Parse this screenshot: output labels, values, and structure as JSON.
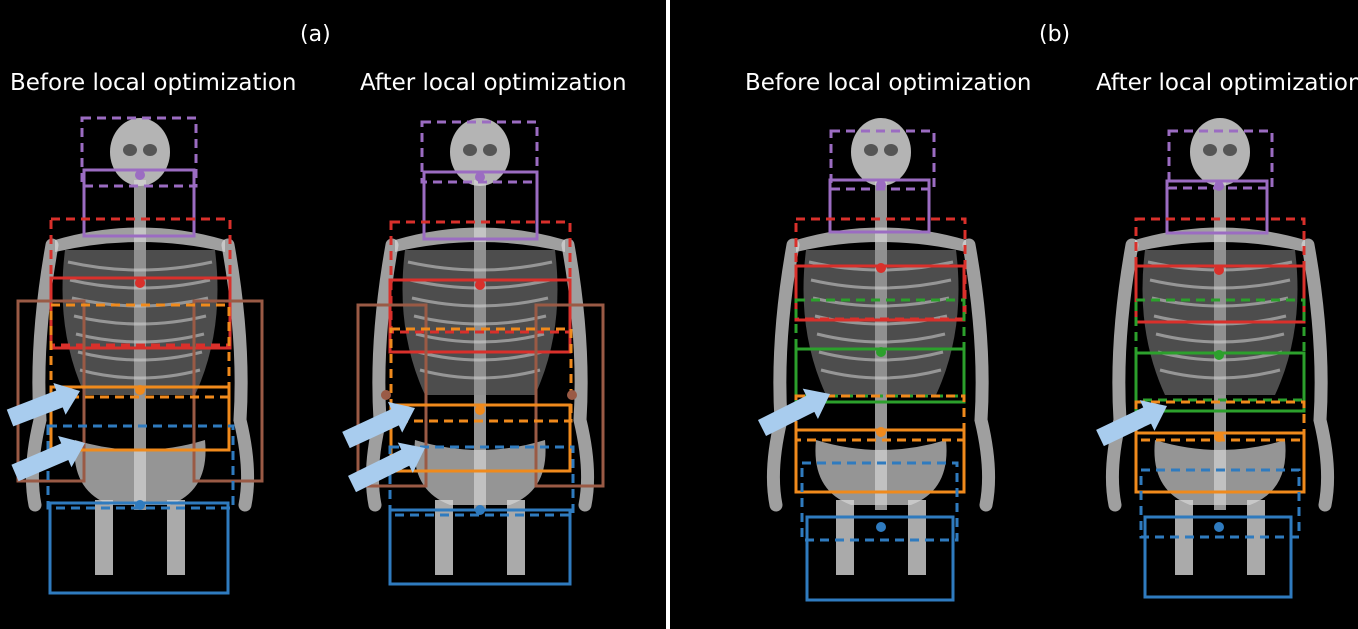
{
  "panels": [
    {
      "letter": "(a)",
      "before_title": "Before local optimization",
      "after_title": "After local optimization"
    },
    {
      "letter": "(b)",
      "before_title": "Before local optimization",
      "after_title": "After local optimization"
    }
  ],
  "colors": {
    "head": "#9b6cc2",
    "thorax": "#d9302b",
    "lung": "#2ca02c",
    "abdomen": "#f08a1c",
    "pelvis": "#2f7bbf",
    "arms": "#9a5a45",
    "arrow": "#a8ccee",
    "bone": "#d4d4d4"
  }
}
